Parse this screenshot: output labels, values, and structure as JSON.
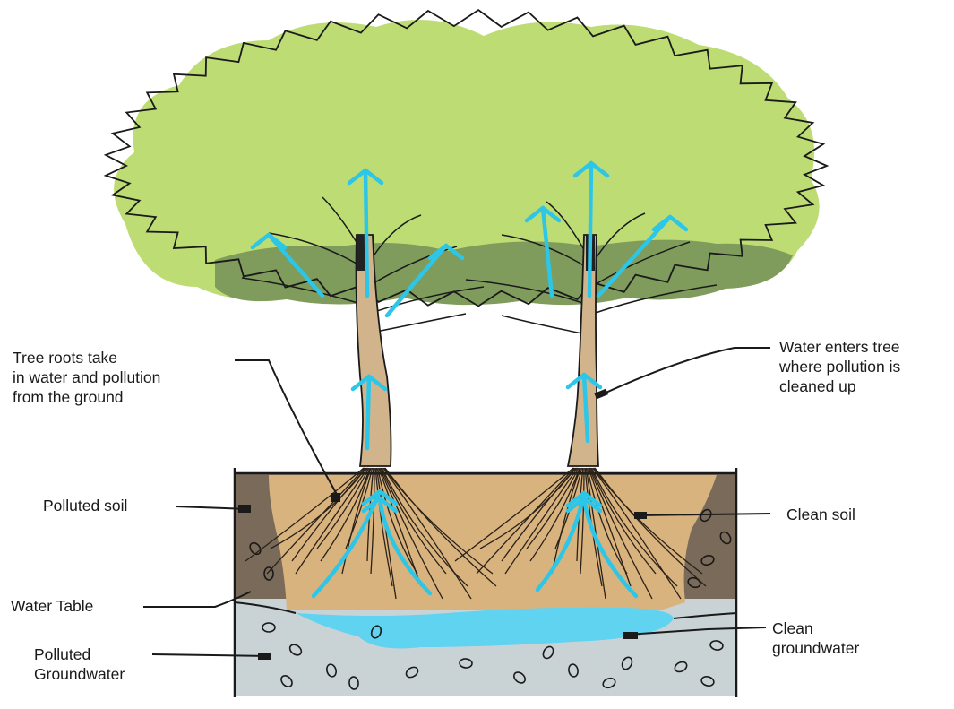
{
  "labels": {
    "tree_roots": [
      "Tree roots take",
      "in water and pollution",
      "from the ground"
    ],
    "water_enters": [
      "Water enters tree",
      "where pollution is",
      "cleaned up"
    ],
    "polluted_soil": "Polluted soil",
    "clean_soil": "Clean soil",
    "water_table": "Water Table",
    "polluted_groundwater": [
      "Polluted",
      "Groundwater"
    ],
    "clean_groundwater": [
      "Clean",
      "groundwater"
    ]
  },
  "colors": {
    "foliage_light": "#bddc73",
    "foliage_dark": "#7f9c5c",
    "trunk": "#d2b48c",
    "polluted_soil": "#7a6a5a",
    "clean_soil": "#d9b37e",
    "groundwater_polluted": "#c9d3d6",
    "groundwater_clean": "#5fd3f0",
    "arrow": "#2cc6e8",
    "outline": "#1a1a1a"
  }
}
